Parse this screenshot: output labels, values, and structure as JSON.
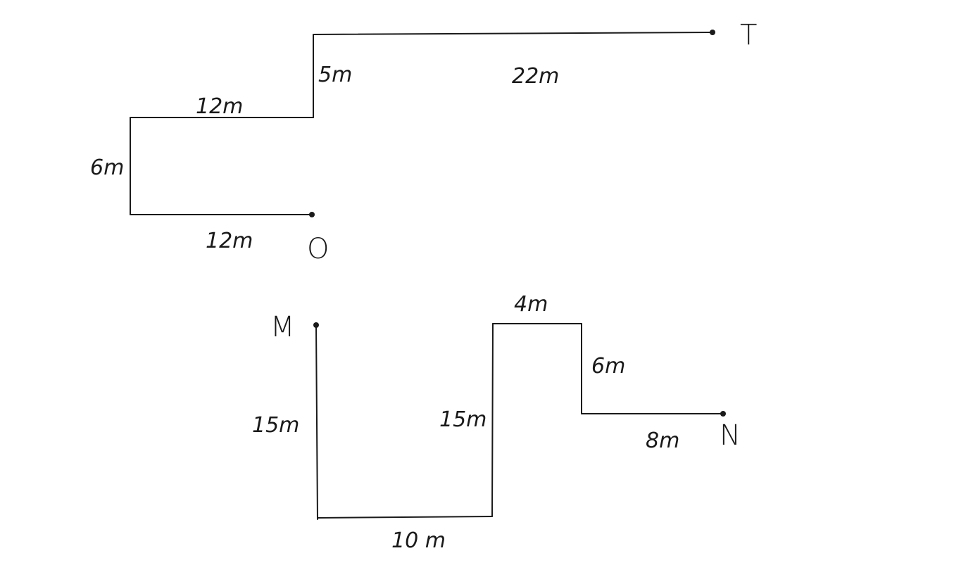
{
  "paths": [
    {
      "name": "path-o-to-t",
      "start_point": "O",
      "end_point": "T",
      "segments": [
        {
          "label": "12m"
        },
        {
          "label": "6m"
        },
        {
          "label": "12m"
        },
        {
          "label": "5m"
        },
        {
          "label": "22m"
        }
      ]
    },
    {
      "name": "path-m-to-n",
      "start_point": "M",
      "end_point": "N",
      "segments": [
        {
          "label": "15m"
        },
        {
          "label": "10 m"
        },
        {
          "label": "15m"
        },
        {
          "label": "4m"
        },
        {
          "label": "6m"
        },
        {
          "label": "8m"
        }
      ]
    }
  ],
  "points": {
    "O": "O",
    "T": "T",
    "M": "M",
    "N": "N"
  }
}
